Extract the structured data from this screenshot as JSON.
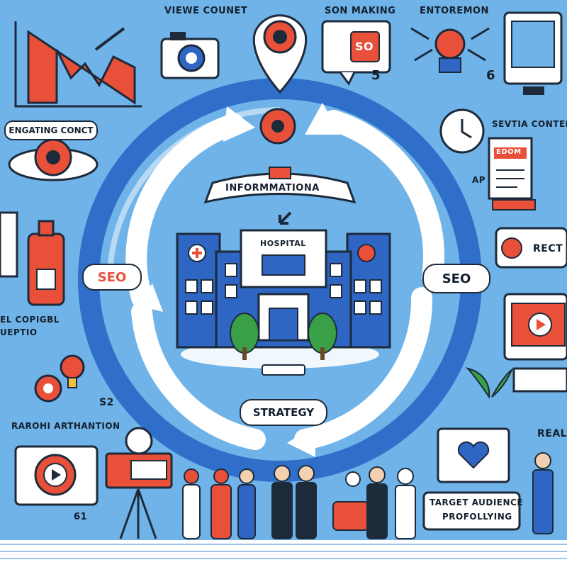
{
  "labels": {
    "top_left": "VIEWE COUNET",
    "top_center": "SON MAKING",
    "top_right": "ENTOREMON",
    "top_badge": "SO",
    "engaging": "ENGATING CONCT",
    "sevtia": "SEVTIA CONTEN",
    "bdom": "EDOM",
    "ap": "AP",
    "rect": "RECT",
    "info_banner": "INFORMMATIONA",
    "hospital": "HOSPITAL",
    "seo_left": "SEO",
    "seo_right": "SEO",
    "strategy": "STRATEGY",
    "el_copigel": "EL COPIGBL",
    "ueptio": "UEPTIO",
    "rarohi": "RAROHI ARTHANTION",
    "s2": "S2",
    "num_5": "5",
    "num_6": "6",
    "num_61": "61",
    "real": "REAL",
    "target_line1": "TARGET AUDIENCE",
    "target_line2": "PROFOLLYING"
  },
  "colors": {
    "background": "#6fb3e8",
    "ring": "#2f6fc9",
    "arrow": "#ffffff",
    "accent_red": "#e8503a",
    "outline": "#1d2a3a",
    "hospital_blue": "#2f66c4"
  }
}
